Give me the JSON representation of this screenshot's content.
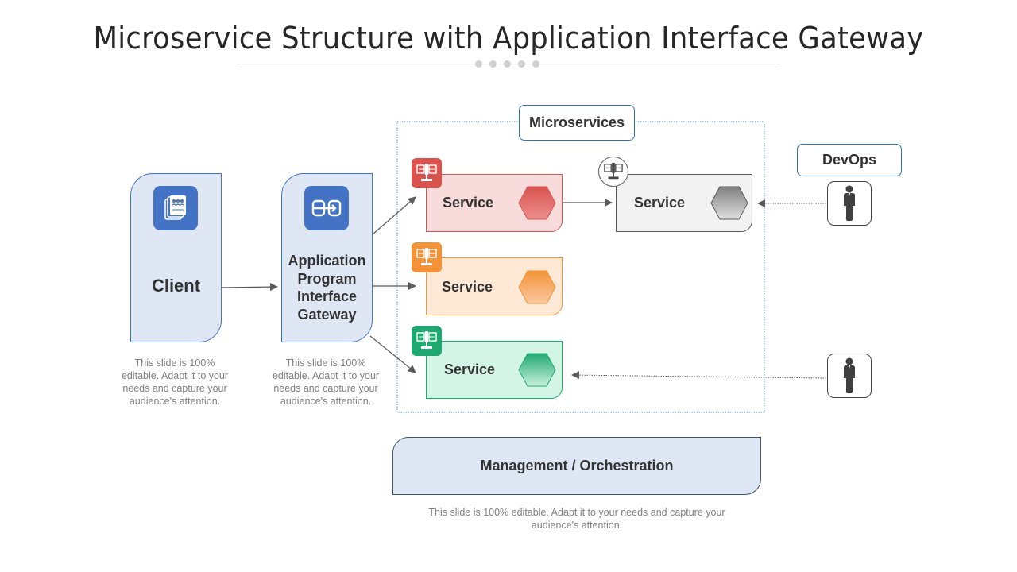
{
  "title": "Microservice Structure with Application Interface Gateway",
  "client": {
    "label": "Client",
    "icon": "documents-users-icon",
    "description": "This slide is 100% editable. Adapt it to your needs and capture your audience's attention."
  },
  "gateway": {
    "label_lines": [
      "Application",
      "Program",
      "Interface",
      "Gateway"
    ],
    "icon": "gateway-link-icon",
    "description": "This slide is 100% editable. Adapt it to your needs and capture your audience's attention."
  },
  "microservices": {
    "label": "Microservices",
    "services": [
      {
        "label": "Service",
        "color": "#d9534f",
        "fill": "#f8dcdc"
      },
      {
        "label": "Service",
        "color": "#f39237",
        "fill": "#fde9d6"
      },
      {
        "label": "Service",
        "color": "#1fa971",
        "fill": "#d2f5e6"
      },
      {
        "label": "Service",
        "color": "#808080",
        "fill": "#f2f2f2"
      }
    ]
  },
  "devops": {
    "label": "DevOps"
  },
  "management": {
    "label": "Management / Orchestration",
    "description": "This slide is 100% editable. Adapt it to your needs and capture your audience's attention."
  },
  "colors": {
    "accent_blue": "#4472c4",
    "box_fill": "#dfe7f5"
  }
}
